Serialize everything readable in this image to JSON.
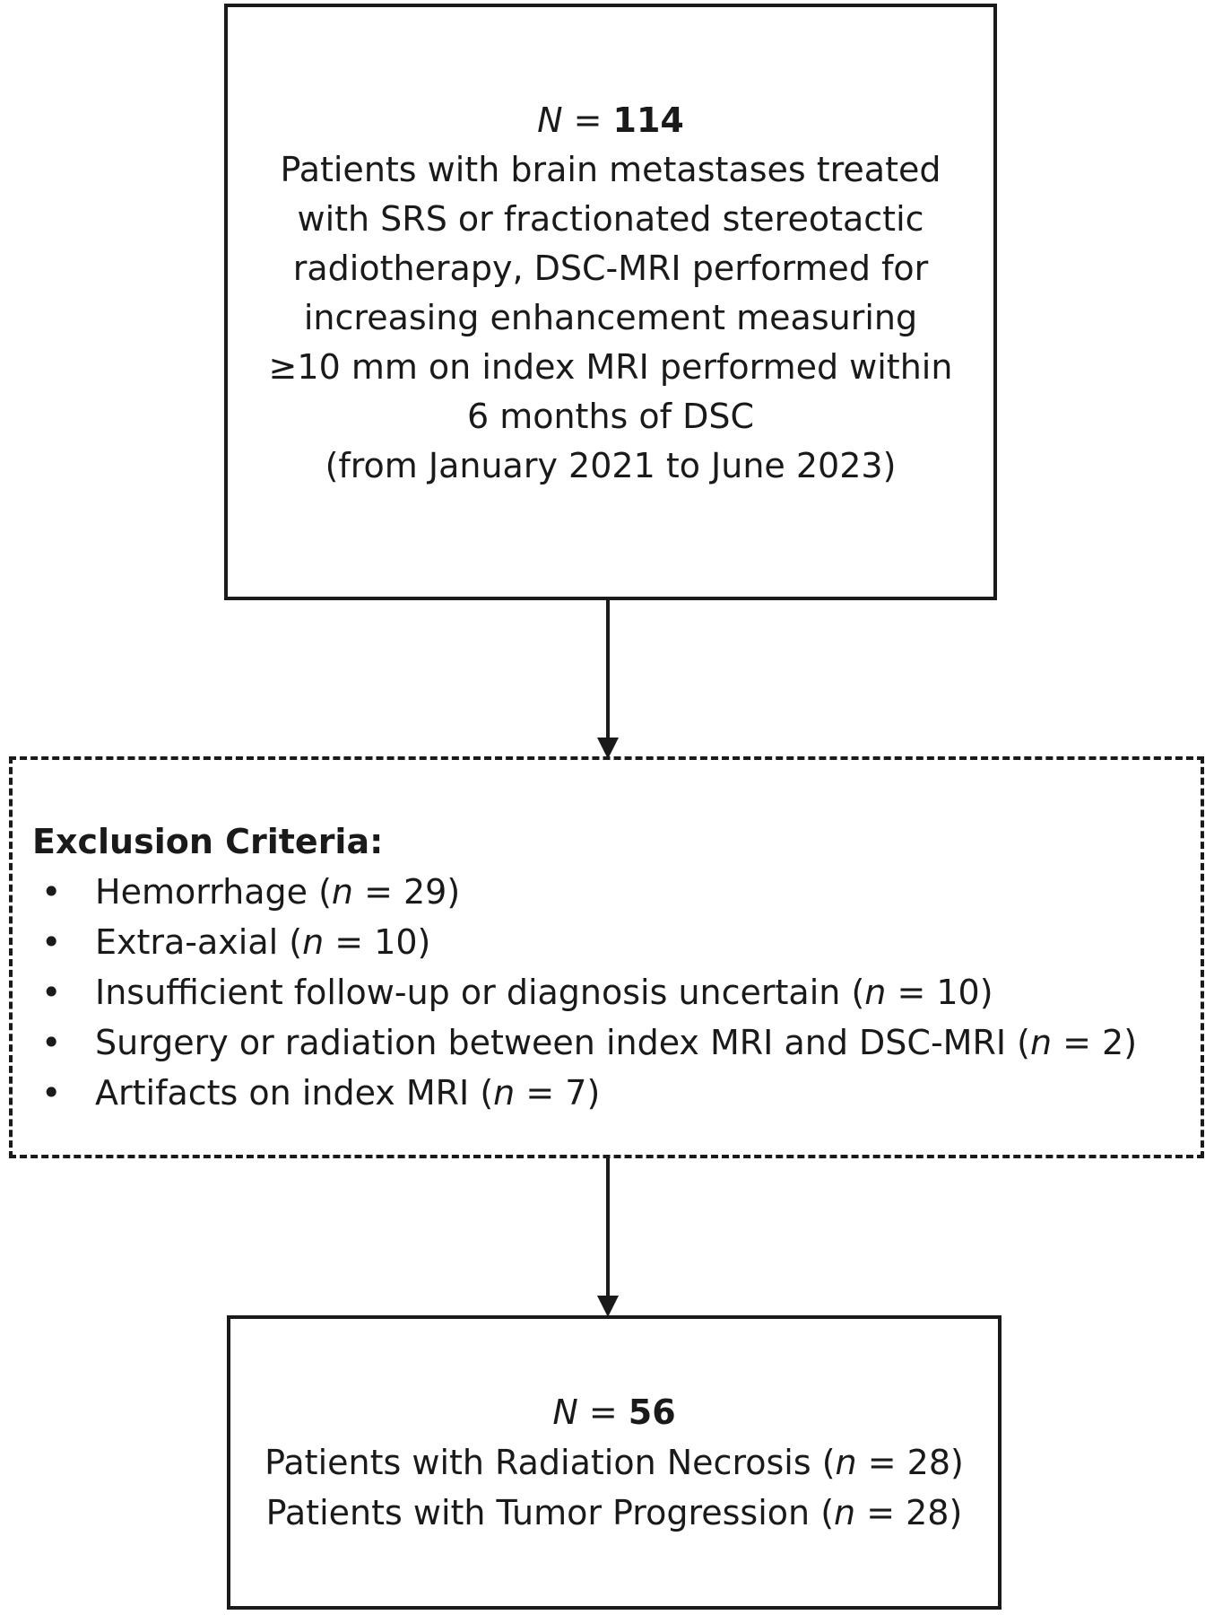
{
  "top_box": {
    "n_symbol": "N",
    "n_equals": " = ",
    "n_value": "114",
    "lines": [
      "Patients with brain metastases treated",
      "with SRS or fractionated stereotactic",
      "radiotherapy, DSC-MRI performed for",
      "increasing enhancement measuring",
      "≥10 mm on index MRI performed within",
      "6 months of DSC",
      "(from January 2021 to June 2023)"
    ]
  },
  "exclusion_box": {
    "title": "Exclusion Criteria:",
    "bullet": "•",
    "items": [
      {
        "text": "Hemorrhage (",
        "n_sym": "n",
        "count": " = 29)"
      },
      {
        "text": "Extra-axial (",
        "n_sym": "n",
        "count": " = 10)"
      },
      {
        "text": "Insufficient follow-up or diagnosis uncertain (",
        "n_sym": "n",
        "count": " = 10)"
      },
      {
        "text": "Surgery or radiation between index MRI and DSC-MRI (",
        "n_sym": "n",
        "count": " = 2)"
      },
      {
        "text": "Artifacts on index MRI (",
        "n_sym": "n",
        "count": " = 7)"
      }
    ]
  },
  "bottom_box": {
    "n_symbol": "N",
    "n_equals": " = ",
    "n_value": "56",
    "lines": [
      {
        "text": "Patients with Radiation Necrosis (",
        "n_sym": "n",
        "count": " = 28)"
      },
      {
        "text": "Patients with Tumor Progression (",
        "n_sym": "n",
        "count": " = 28)"
      }
    ]
  }
}
